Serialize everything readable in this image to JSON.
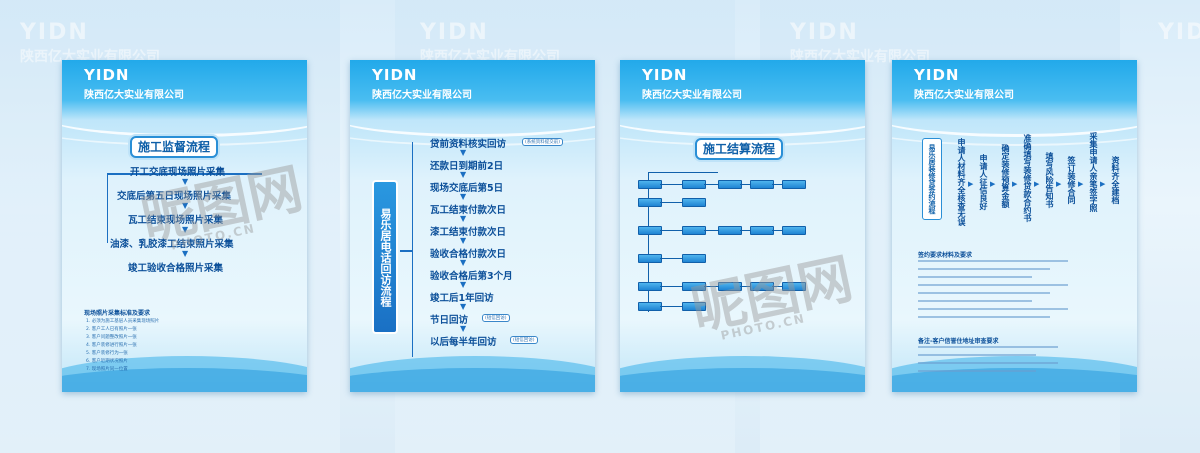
{
  "company": {
    "logo": "YIDN",
    "name": "陕西亿大实业有限公司"
  },
  "board1": {
    "title": "施工监督流程",
    "steps": [
      "开工交底现场照片采集",
      "交底后第五日现场照片采集",
      "瓦工结束现场照片采集",
      "油漆、乳胶漆工结束照片采集",
      "竣工验收合格照片采集"
    ],
    "note_title": "现场照片采集标准及要求",
    "notes": [
      "1. 必须为施工基层人员采集现场照片",
      "2. 客户工人已有照片一张",
      "3. 客户问题整改照片一张",
      "4. 客户装修进行照片一张",
      "5. 客户装修行为一张",
      "6. 客户近期状况照片",
      "7. 现场照片同一位置"
    ]
  },
  "board2": {
    "vtitle": "易乐居电话回访流程",
    "steps": [
      "贷前资料核实回访",
      "还款日到期前2日",
      "现场交底后第5日",
      "瓦工结束付款次日",
      "漆工结束付款次日",
      "验收合格付款次日",
      "验收合格后第3个月",
      "竣工后1年回访",
      "节日回访",
      "以后每半年回访"
    ],
    "note1": "(系统资料提交前)",
    "note2": "(短信回访)",
    "note3": "(短信回访)"
  },
  "board3": {
    "title": "施工结算流程"
  },
  "board4": {
    "vtitle": "易乐居装修贷签约流程",
    "cols": [
      "申请人材料齐全核查无误",
      "申请人征信良好",
      "确定装修预算金额",
      "准确填写装修贷款合约书",
      "填写风险告知书",
      "签订装修合同",
      "采集申请人亲笔签字照",
      "资料齐全建档"
    ],
    "sec1": "签约要求材料及要求",
    "sec2": "备注-客户信誉住地址审查要求"
  },
  "watermark": {
    "text": "昵图网",
    "sub": "PHOTO.CN"
  },
  "colors": {
    "primary": "#1f84d3",
    "text": "#0b4f99",
    "accent": "#22a9ea"
  }
}
